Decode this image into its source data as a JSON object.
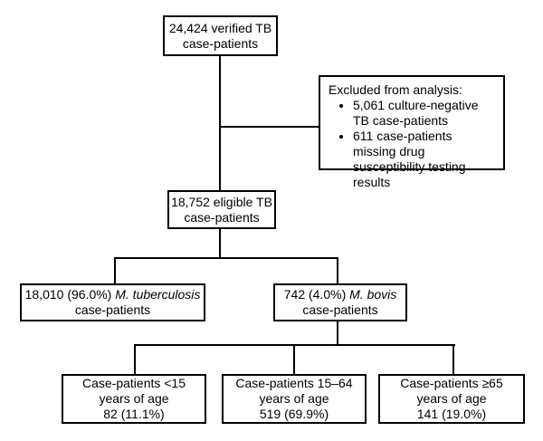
{
  "diagram": {
    "background_color": "#ffffff",
    "line_color": "#000000",
    "boxes": {
      "verified": {
        "line1": "24,424 verified TB",
        "line2": "case-patients"
      },
      "excluded": {
        "title": "Excluded from analysis:",
        "bullets": [
          "5,061 culture-negative TB case-patients",
          "611 case-patients missing drug susceptibility testing results"
        ]
      },
      "eligible": {
        "line1": "18,752 eligible TB",
        "line2": "case-patients"
      },
      "m_tuberculosis": {
        "prefix": "18,010 (96.0%) ",
        "species": "M. tuberculosis",
        "line2": "case-patients"
      },
      "m_bovis": {
        "prefix": "742 (4.0%) ",
        "species": "M. bovis",
        "line2": "case-patients"
      },
      "age_under15": {
        "line1": "Case-patients <15",
        "line2": "years of age",
        "line3": "82 (11.1%)"
      },
      "age_15_64": {
        "line1": "Case-patients 15–64",
        "line2": "years of age",
        "line3": "519 (69.9%)"
      },
      "age_65_plus": {
        "line1": "Case-patients ≥65",
        "line2": "years of age",
        "line3": "141 (19.0%)"
      }
    }
  }
}
